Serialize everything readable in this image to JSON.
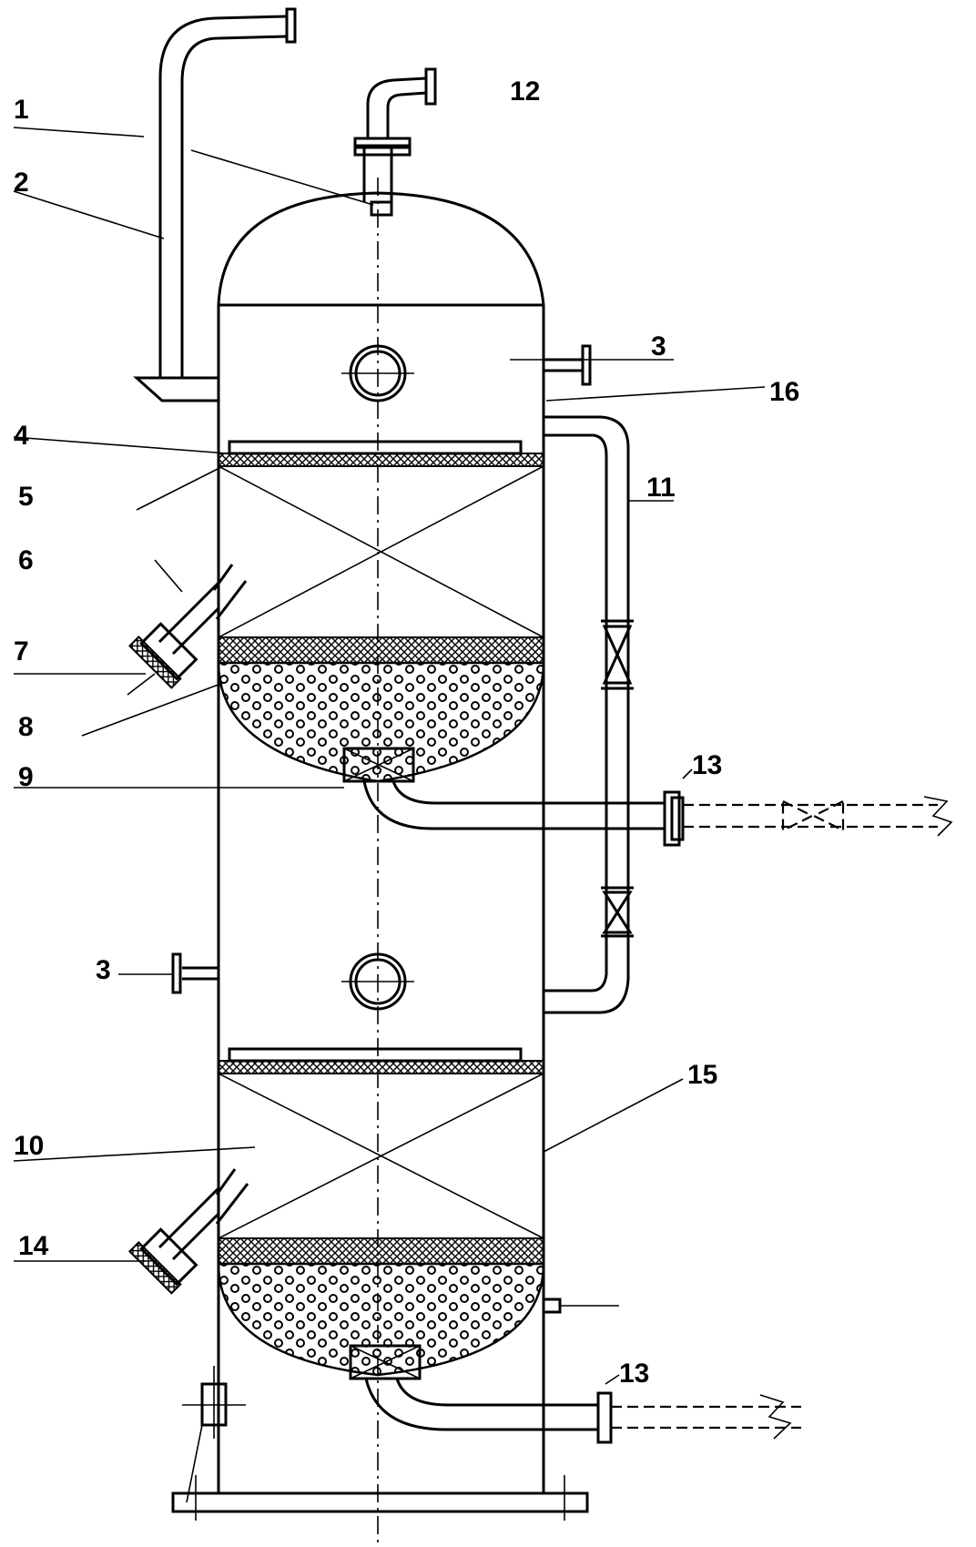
{
  "labels": {
    "l1": "1",
    "l2": "2",
    "l3a": "3",
    "l3b": "3",
    "l4": "4",
    "l5": "5",
    "l6": "6",
    "l7": "7",
    "l8": "8",
    "l9": "9",
    "l10": "10",
    "l11": "11",
    "l12": "12",
    "l13a": "13",
    "l13b": "13",
    "l14": "14",
    "l15": "15",
    "l16": "16"
  }
}
